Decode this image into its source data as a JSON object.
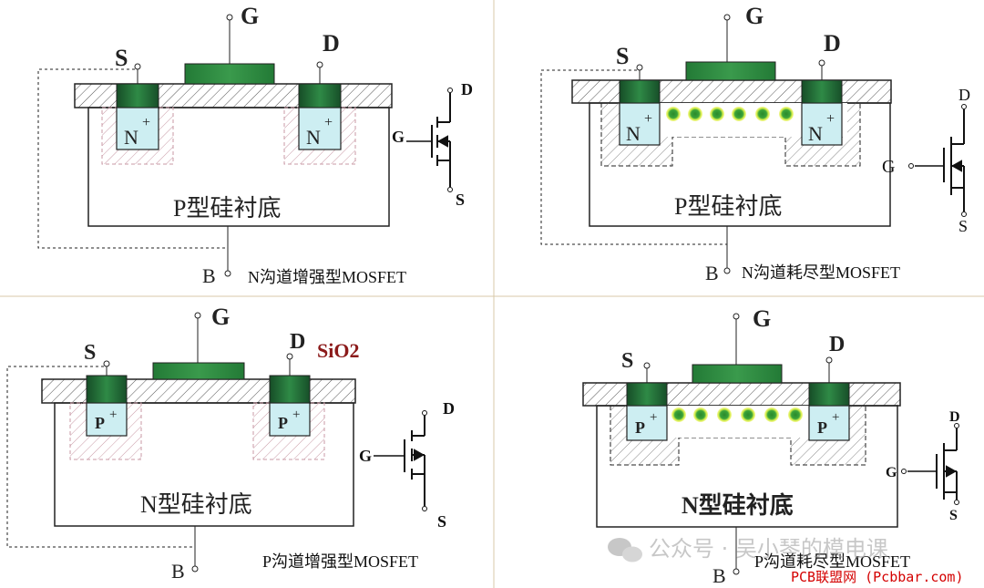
{
  "panels": [
    {
      "id": "n-enh",
      "terminals": {
        "source": "S",
        "gate": "G",
        "drain": "D",
        "body": "B"
      },
      "region_label": "N",
      "region_sign": "+",
      "substrate": "P型硅衬底",
      "caption": "N沟道增强型MOSFET",
      "symbol": {
        "drain": "D",
        "gate": "G",
        "source": "S"
      }
    },
    {
      "id": "n-dep",
      "terminals": {
        "source": "S",
        "gate": "G",
        "drain": "D",
        "body": "B"
      },
      "region_label": "N",
      "region_sign": "+",
      "substrate": "P型硅衬底",
      "caption": "N沟道耗尽型MOSFET",
      "symbol": {
        "drain": "D",
        "gate": "G",
        "source": "S"
      }
    },
    {
      "id": "p-enh",
      "terminals": {
        "source": "S",
        "gate": "G",
        "drain": "D",
        "body": "B"
      },
      "region_label": "P",
      "region_sign": "+",
      "substrate": "N型硅衬底",
      "caption": "P沟道增强型MOSFET",
      "symbol": {
        "drain": "D",
        "gate": "G",
        "source": "S"
      }
    },
    {
      "id": "p-dep",
      "terminals": {
        "source": "S",
        "gate": "G",
        "drain": "D",
        "body": "B"
      },
      "region_label": "P",
      "region_sign": "+",
      "substrate": "N型硅衬底",
      "caption": "P沟道耗尽型MOSFET",
      "symbol": {
        "drain": "D",
        "gate": "G",
        "source": "S"
      }
    }
  ],
  "oxide_label": "SiO2",
  "watermark": "公众号 · 吴小琴的模电课",
  "site_credit": "PCB联盟网 (Pcbbar.com)",
  "colors": {
    "gate": "#2e8b3e",
    "electrode": "#1f6b35",
    "region_fill": "#cdeef2",
    "channel_dot": "#2f9a2f",
    "channel_glow": "#e6f25a",
    "oxide_label": "#8b1a1a",
    "site_credit": "#d40000",
    "divider": "#d8c9a8"
  }
}
